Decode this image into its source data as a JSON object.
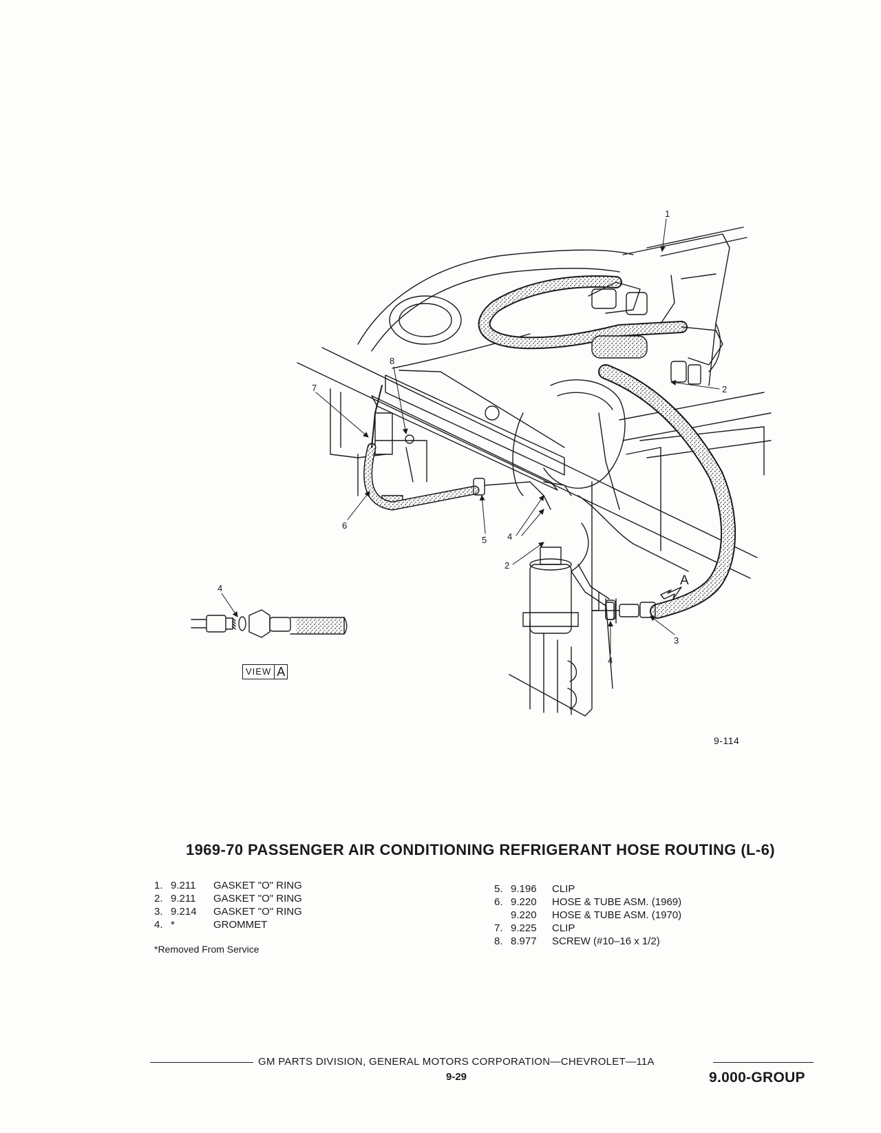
{
  "figure": {
    "figure_id": "9-114",
    "callouts": [
      "1",
      "2",
      "2",
      "3",
      "4",
      "4",
      "4",
      "5",
      "6",
      "7",
      "8"
    ],
    "view_arrow_label": "A",
    "view_label": {
      "word": "VIEW",
      "letter": "A"
    }
  },
  "title": "1969-70 PASSENGER AIR CONDITIONING REFRIGERANT HOSE ROUTING (L-6)",
  "parts_left": [
    {
      "n": "1.",
      "num": "9.211",
      "desc": "GASKET \"O\" RING"
    },
    {
      "n": "2.",
      "num": "9.211",
      "desc": "GASKET \"O\" RING"
    },
    {
      "n": "3.",
      "num": "9.214",
      "desc": "GASKET \"O\" RING"
    },
    {
      "n": "4.",
      "num": "*",
      "desc": "GROMMET"
    }
  ],
  "parts_right": [
    {
      "n": "5.",
      "num": "9.196",
      "desc": "CLIP"
    },
    {
      "n": "6.",
      "num": "9.220",
      "desc": "HOSE & TUBE ASM. (1969)"
    },
    {
      "n": "",
      "num": "9.220",
      "desc": "HOSE & TUBE ASM. (1970)"
    },
    {
      "n": "7.",
      "num": "9.225",
      "desc": "CLIP"
    },
    {
      "n": "8.",
      "num": "8.977",
      "desc": "SCREW (#10–16 x 1/2)"
    }
  ],
  "footnote": "*Removed From Service",
  "footer": {
    "publisher": "GM PARTS DIVISION, GENERAL MOTORS CORPORATION—CHEVROLET—11A",
    "page": "9-29",
    "group": "9.000-GROUP"
  }
}
